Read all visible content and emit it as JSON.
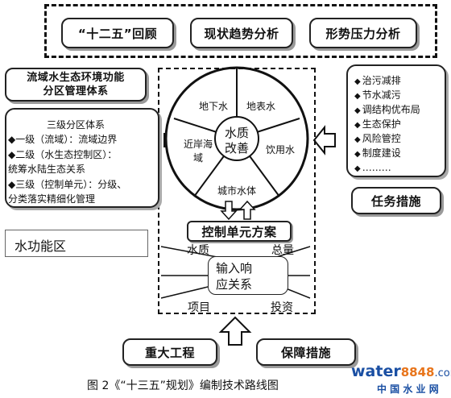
{
  "top": {
    "items": [
      "“十二五”回顾",
      "现状趋势分析",
      "形势压力分析"
    ]
  },
  "left": {
    "title_line1": "流域水生态环境功能",
    "title_line2": "分区管理体系",
    "heading": "三级分区体系",
    "lines": [
      "◆一级（流域）：流域边界",
      "◆二级（水生态控制区）：",
      "统筹水陆生态关系",
      "◆三级（控制单元）：分级、",
      "分类落实精细化管理"
    ],
    "function_zone": "水功能区"
  },
  "right": {
    "items": [
      "治污减排",
      "节水减污",
      "调结构优布局",
      "生态保护",
      "风险管控",
      "制度建设",
      "………"
    ],
    "label": "任务措施"
  },
  "wheel": {
    "center_line1": "水质",
    "center_line2": "改善",
    "segments": {
      "groundwater": "地下水",
      "surface": "地表水",
      "drinking": "饮用水",
      "urban": "城市水体",
      "nearshore_line1": "近岸海",
      "nearshore_line2": "域"
    }
  },
  "control": {
    "title": "控制单元方案",
    "water_quality": "水质",
    "total_amount": "总量",
    "core_line1": "输入响",
    "core_line2": "应关系",
    "project": "项目",
    "investment": "投资"
  },
  "bottom": {
    "major": "重大工程",
    "guarantee": "保障措施"
  },
  "caption": "图 2《“十三五”规划》编制技术路线图",
  "watermark": {
    "brand_a": "water",
    "brand_b": "8848",
    "brand_c": ".com",
    "sub": "中 国 水 业 网"
  },
  "colors": {
    "line": "#111111",
    "shadow": "#9a9a9a",
    "watermark_blue": "#1a4fa3",
    "watermark_orange": "#e8741a"
  }
}
